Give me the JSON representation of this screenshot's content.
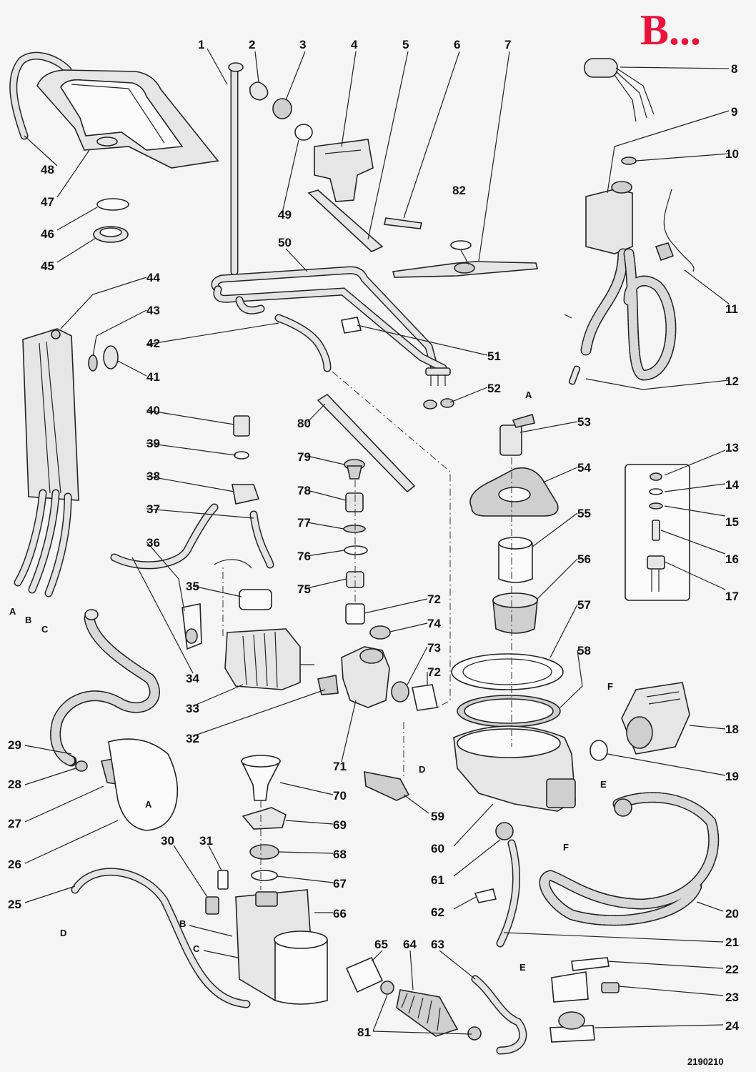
{
  "corner_label": "B...",
  "drawing_code": "2190210",
  "callouts": [
    "1",
    "2",
    "3",
    "4",
    "5",
    "6",
    "7",
    "8",
    "9",
    "10",
    "11",
    "12",
    "13",
    "14",
    "15",
    "16",
    "17",
    "18",
    "19",
    "20",
    "21",
    "22",
    "23",
    "24",
    "25",
    "26",
    "27",
    "28",
    "29",
    "30",
    "31",
    "32",
    "33",
    "34",
    "35",
    "36",
    "37",
    "38",
    "39",
    "40",
    "41",
    "42",
    "43",
    "44",
    "45",
    "46",
    "47",
    "48",
    "49",
    "50",
    "51",
    "52",
    "53",
    "54",
    "55",
    "56",
    "57",
    "58",
    "59",
    "60",
    "61",
    "62",
    "63",
    "64",
    "65",
    "66",
    "67",
    "68",
    "69",
    "70",
    "71",
    "72",
    "72",
    "73",
    "74",
    "75",
    "76",
    "77",
    "78",
    "79",
    "80",
    "81",
    "82"
  ],
  "connection_letters": [
    "A",
    "A",
    "A",
    "A",
    "B",
    "B",
    "C",
    "C",
    "D",
    "D",
    "E",
    "E",
    "F",
    "F"
  ]
}
